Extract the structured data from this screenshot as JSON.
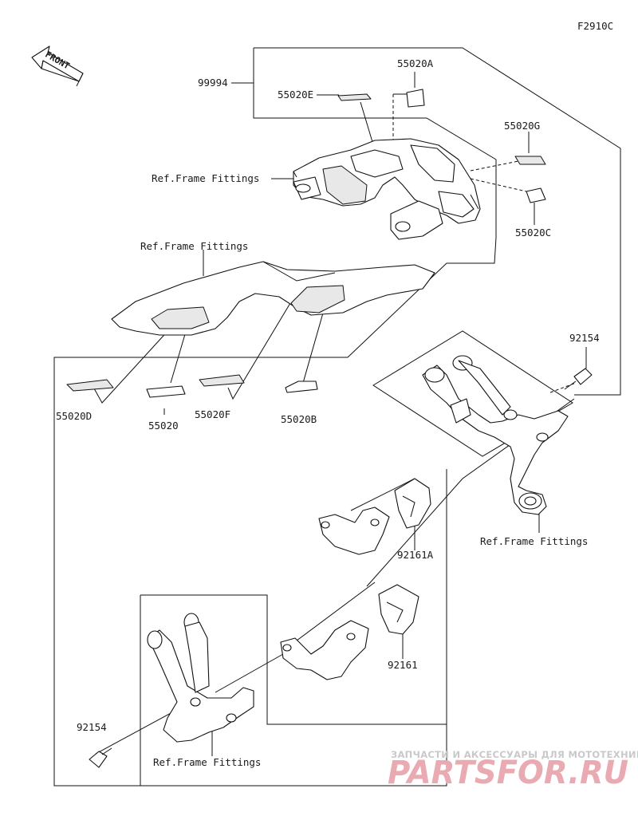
{
  "figure_code": "F2910C",
  "front_label": "FRONT",
  "labels": {
    "p99994": "99994",
    "p55020A": "55020A",
    "p55020E": "55020E",
    "p55020G": "55020G",
    "p55020C": "55020C",
    "p55020D": "55020D",
    "p55020": "55020",
    "p55020F": "55020F",
    "p55020B": "55020B",
    "p92154_top": "92154",
    "p92154_bottom": "92154",
    "p92161A": "92161A",
    "p92161": "92161",
    "ref_frame_1": "Ref.Frame Fittings",
    "ref_frame_2": "Ref.Frame Fittings",
    "ref_frame_3": "Ref.Frame Fittings",
    "ref_frame_4": "Ref.Frame Fittings"
  },
  "watermark": {
    "line1": "ЗАПЧАСТИ И АКСЕССУАРЫ ДЛЯ МОТОТЕХНИКИ",
    "line2": "PARTSFOR.RU"
  }
}
